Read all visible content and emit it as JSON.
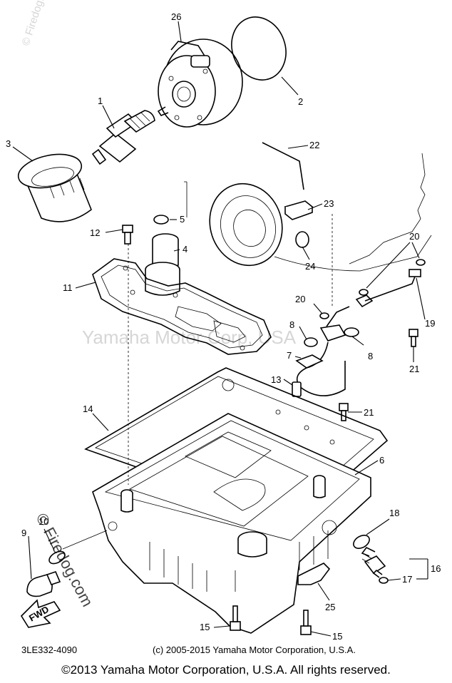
{
  "watermarks": {
    "firedog_corner": "© Firedog.com",
    "firedog_left": "© Firedog.com",
    "yamaha_center": "Yamaha Motor Corp, USA"
  },
  "callouts": [
    "1",
    "2",
    "3",
    "4",
    "5",
    "6",
    "7",
    "8",
    "8",
    "9",
    "10",
    "11",
    "12",
    "13",
    "14",
    "15",
    "15",
    "16",
    "17",
    "18",
    "19",
    "20",
    "20",
    "20",
    "21",
    "21",
    "22",
    "23",
    "24",
    "25",
    "26"
  ],
  "fwd_label": "FWD",
  "diagram_code": "3LE332-4090",
  "small_copyright": "(c) 2005-2015 Yamaha Motor Corporation, U.S.A.",
  "footer_copyright": "©2013 Yamaha Motor Corporation, U.S.A. All rights reserved."
}
